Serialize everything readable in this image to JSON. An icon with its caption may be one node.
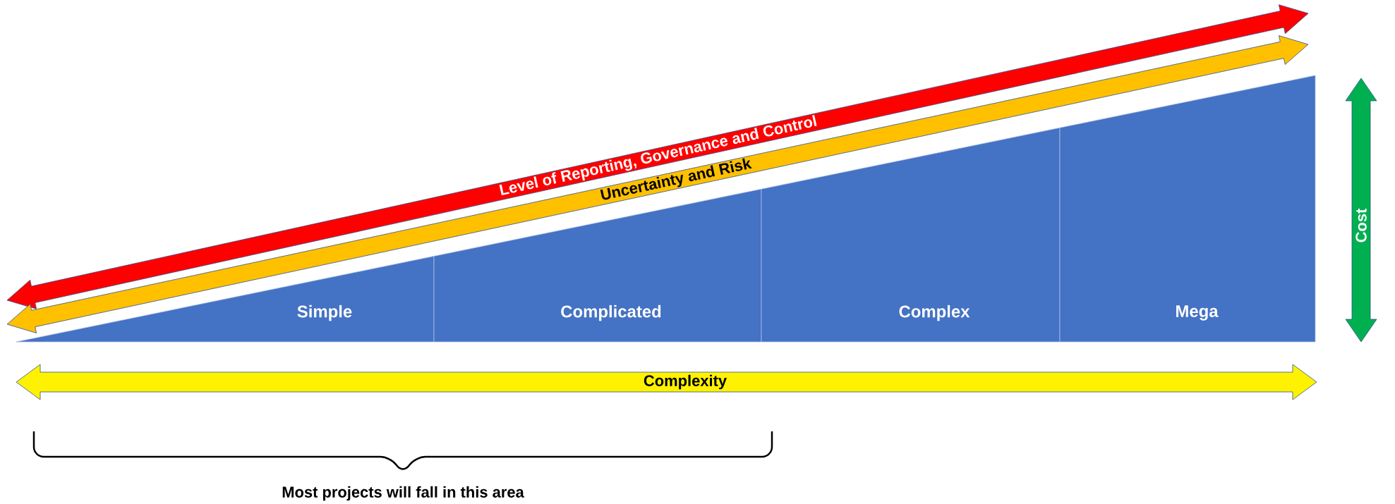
{
  "diagram": {
    "nodes": [
      {
        "text": [
          "Simple"
        ]
      },
      {
        "text": [
          "Complicated"
        ]
      },
      {
        "text": [
          "Complex"
        ]
      },
      {
        "text": [
          "Mega"
        ]
      }
    ],
    "labels": [
      "Level of Reporting, Governance and Control",
      "Uncertainty and Risk",
      "Cost",
      "Complexity",
      "Most projects will fall in this area"
    ]
  }
}
